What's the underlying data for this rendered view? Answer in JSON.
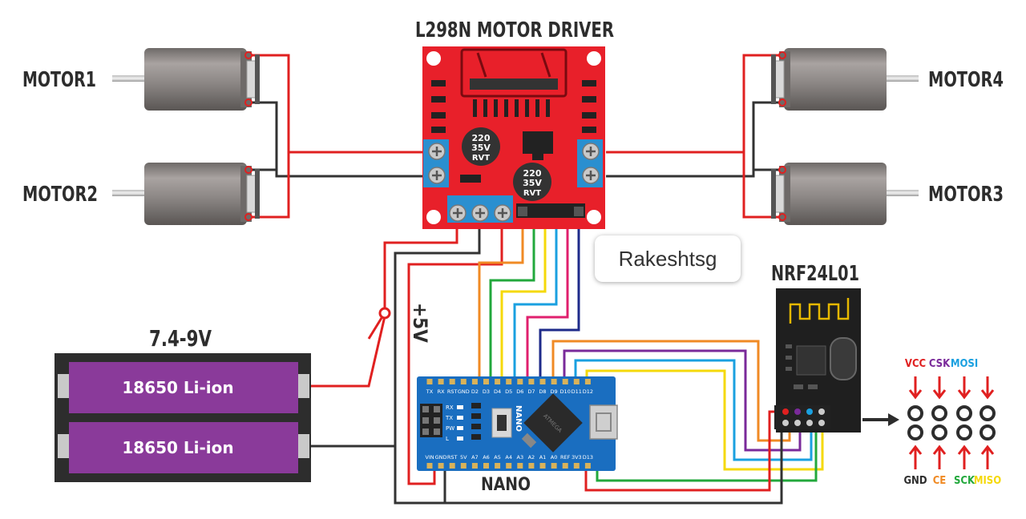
{
  "title": "L298N MOTOR DRIVER",
  "motors": {
    "motor1": "MOTOR1",
    "motor2": "MOTOR2",
    "motor3": "MOTOR3",
    "motor4": "MOTOR4"
  },
  "driver": {
    "cap_label": [
      "220",
      "35V",
      "RVT"
    ]
  },
  "battery": {
    "voltage": "7.4-9V",
    "cell1": "18650 Li-ion",
    "cell2": "18650 Li-ion"
  },
  "supply_label": "+5V",
  "nano": {
    "name": "NANO",
    "chip_label": "ATMEGA",
    "top_pins": [
      "TX",
      "RX",
      "RST",
      "GND",
      "D2",
      "D3",
      "D4",
      "D5",
      "D6",
      "D7",
      "D8",
      "D9",
      "D10",
      "D11",
      "D12"
    ],
    "bottom_pins": [
      "VIN",
      "GND",
      "RST",
      "5V",
      "A7",
      "A6",
      "A5",
      "A4",
      "A3",
      "A2",
      "A1",
      "A0",
      "REF",
      "3V3",
      "D13"
    ],
    "leds": [
      "RX",
      "TX",
      "PW",
      "L"
    ],
    "board_text": "NANO"
  },
  "watermark": "Rakeshtsg",
  "nrf": {
    "name": "NRF24L01",
    "top_labels": [
      "VCC",
      "CSK",
      "MOSI"
    ],
    "bottom_labels": [
      "GND",
      "CE",
      "SCK",
      "MISO"
    ]
  },
  "colors": {
    "red_wire": "#e02020",
    "black_wire": "#333333",
    "orange_wire": "#f08a24",
    "green_wire": "#22a83c",
    "yellow_wire": "#f5d90a",
    "blue_wire": "#1aa0e0",
    "pink_wire": "#e0206e",
    "navy_wire": "#1e2a8a",
    "purple_wire": "#7a2a9a",
    "driver_board": "#e8202a",
    "nano_board": "#1a6ec0",
    "battery_cell": "#8a3a9a",
    "vcc_label": "#e02020",
    "csk_label": "#7a2a9a",
    "mosi_label": "#1aa0e0",
    "ce_label": "#f08a24",
    "sck_label": "#22a83c",
    "miso_label": "#f5d90a"
  }
}
